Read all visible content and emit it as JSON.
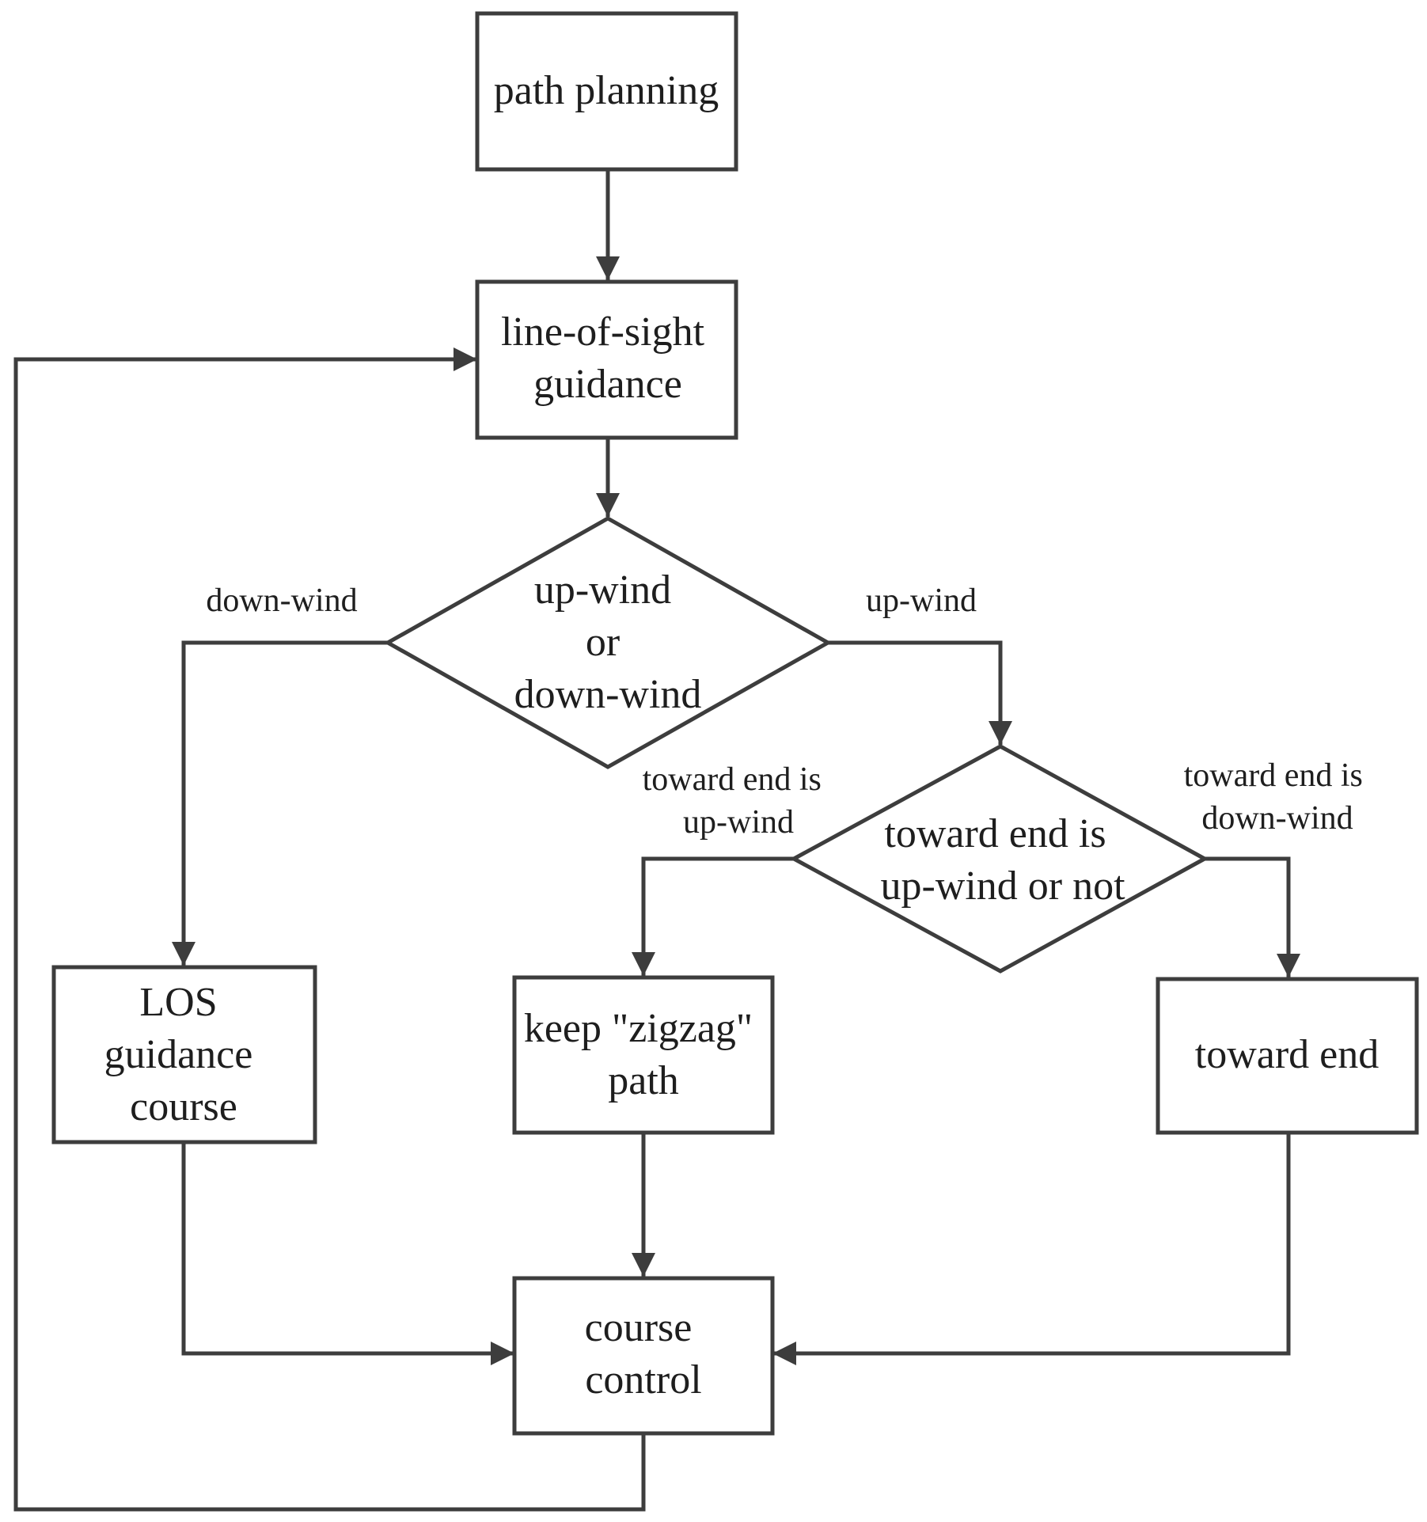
{
  "diagram": {
    "type": "flowchart",
    "nodes": {
      "path_planning": {
        "shape": "rectangle",
        "lines": [
          "path planning"
        ]
      },
      "los_guidance": {
        "shape": "rectangle",
        "lines": [
          "line-of-sight",
          "guidance"
        ]
      },
      "wind_decision": {
        "shape": "diamond",
        "lines": [
          "up-wind",
          "or",
          "down-wind"
        ]
      },
      "toward_end_decision": {
        "shape": "diamond",
        "lines": [
          "toward end is",
          "up-wind or not"
        ]
      },
      "los_guidance_course": {
        "shape": "rectangle",
        "lines": [
          "LOS",
          "guidance",
          "course"
        ]
      },
      "keep_zigzag": {
        "shape": "rectangle",
        "lines": [
          "keep \"zigzag\"",
          "path"
        ]
      },
      "toward_end": {
        "shape": "rectangle",
        "lines": [
          "toward end"
        ]
      },
      "course_control": {
        "shape": "rectangle",
        "lines": [
          "course",
          "control"
        ]
      }
    },
    "edges": [
      {
        "from": "path_planning",
        "to": "los_guidance",
        "label_lines": []
      },
      {
        "from": "los_guidance",
        "to": "wind_decision",
        "label_lines": []
      },
      {
        "from": "wind_decision",
        "to": "los_guidance_course",
        "label_lines": [
          "down-wind"
        ]
      },
      {
        "from": "wind_decision",
        "to": "toward_end_decision",
        "label_lines": [
          "up-wind"
        ]
      },
      {
        "from": "toward_end_decision",
        "to": "keep_zigzag",
        "label_lines": [
          "toward end is",
          "up-wind"
        ]
      },
      {
        "from": "toward_end_decision",
        "to": "toward_end",
        "label_lines": [
          "toward end is",
          "down-wind"
        ]
      },
      {
        "from": "los_guidance_course",
        "to": "course_control",
        "label_lines": []
      },
      {
        "from": "keep_zigzag",
        "to": "course_control",
        "label_lines": []
      },
      {
        "from": "toward_end",
        "to": "course_control",
        "label_lines": []
      },
      {
        "from": "course_control",
        "to": "los_guidance",
        "label_lines": []
      }
    ],
    "colors": {
      "stroke": "#3d3d3d",
      "text": "#1e1e1e",
      "background": "#ffffff"
    }
  }
}
